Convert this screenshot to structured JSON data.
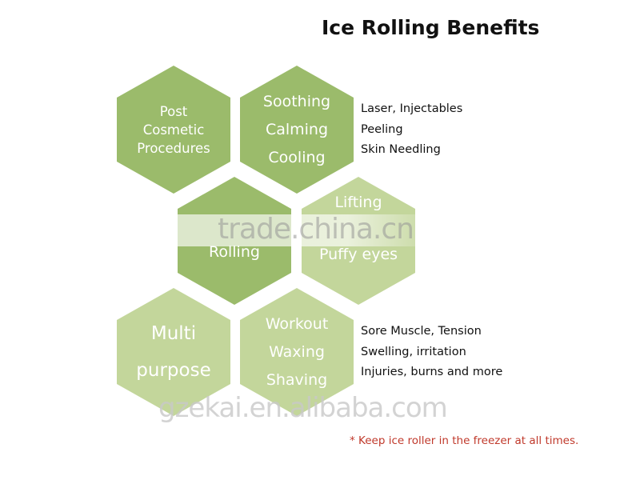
{
  "title": "Ice Rolling Benefits",
  "hexagons": {
    "post_cosmetic": [
      "Post",
      "Cosmetic",
      "Procedures"
    ],
    "soothing": [
      "Soothing",
      "Calming",
      "Cooling"
    ],
    "rolling": [
      "Rolling"
    ],
    "lifting": [
      "Lifting",
      "Puffy eyes"
    ],
    "multi": [
      "Multi",
      "purpose"
    ],
    "workout": [
      "Workout",
      "Waxing",
      "Shaving"
    ]
  },
  "notes_top": [
    "Laser, Injectables",
    "Peeling",
    "Skin Needling"
  ],
  "notes_bottom": [
    "Sore Muscle, Tension",
    "Swelling, irritation",
    "Injuries, burns and more"
  ],
  "footnote": "* Keep ice roller in the freezer at all times.",
  "watermarks": [
    "trade.china.cn",
    "gzekai.en.alibaba.com"
  ],
  "colors": {
    "hex_dark": "#9bbb6b",
    "hex_light": "#c3d69b",
    "footnote": "#c0392b"
  }
}
